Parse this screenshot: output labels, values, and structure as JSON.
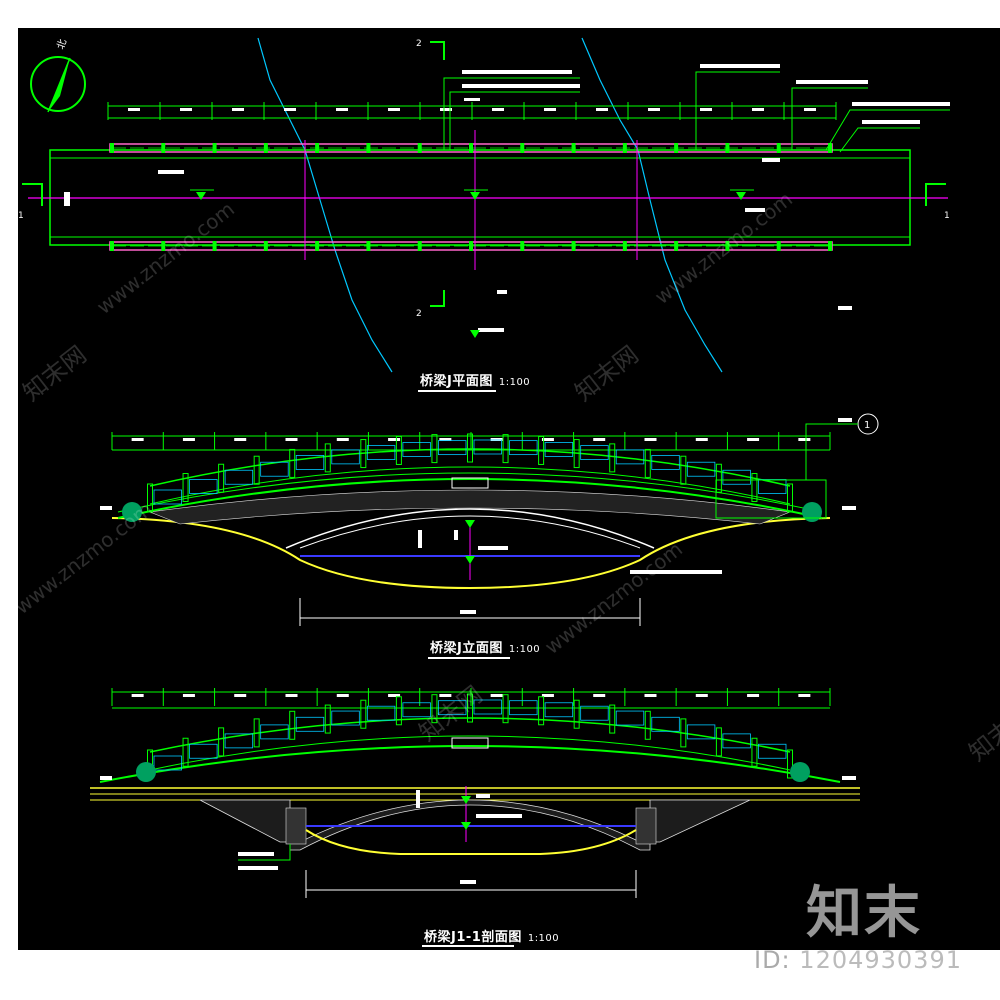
{
  "drawing": {
    "plan_title": "桥梁J平面图",
    "plan_scale": "1:100",
    "elevation_title": "桥梁J立面图",
    "elevation_scale": "1:100",
    "section_title": "桥梁J1-1剖面图",
    "section_scale": "1:100",
    "north_label": "北",
    "section_marker_left": "1",
    "section_marker_right": "1",
    "cut_marker_top": "2",
    "cut_marker_bottom": "2",
    "detail_marker": "1"
  },
  "colors": {
    "background": "#000000",
    "bridge_green": "#00ff00",
    "axis_magenta": "#ff00ff",
    "rail_pink": "#ff66cc",
    "water_blue": "#3a3aff",
    "ground_yellow": "#ffff33",
    "river_cyan": "#00c8ff",
    "text_white": "#ffffff"
  },
  "watermark": {
    "site": "www.znzmo.com",
    "cn": "知末网",
    "brand": "知末",
    "id_prefix": "ID:",
    "id_number": "1204930391"
  }
}
